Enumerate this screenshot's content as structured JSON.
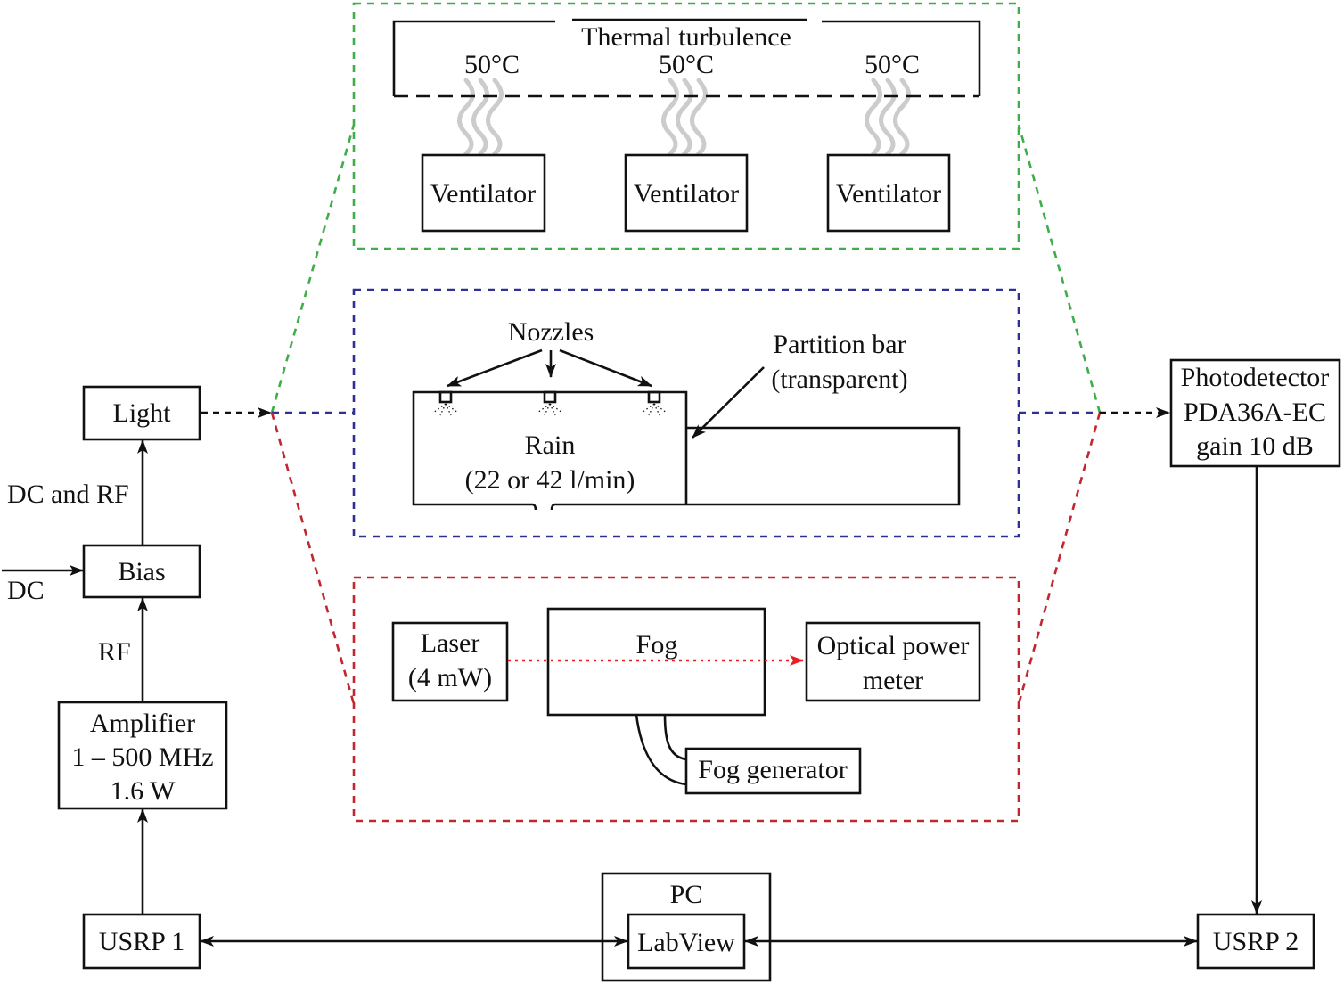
{
  "left_chain": {
    "light": "Light",
    "dc_and_rf": "DC and RF",
    "bias": "Bias",
    "dc": "DC",
    "rf": "RF",
    "amplifier": [
      "Amplifier",
      "1 – 500 MHz",
      "1.6 W"
    ],
    "usrp1": "USRP 1"
  },
  "pc": {
    "label": "PC",
    "labview": "LabView"
  },
  "right_chain": {
    "photodetector": [
      "Photodetector",
      "PDA36A-EC",
      "gain 10 dB"
    ],
    "usrp2": "USRP 2"
  },
  "thermal_section": {
    "title": "Thermal turbulence",
    "temperatures": [
      "50°C",
      "50°C",
      "50°C"
    ],
    "ventilators": [
      "Ventilator",
      "Ventilator",
      "Ventilator"
    ]
  },
  "rain_section": {
    "nozzles": "Nozzles",
    "partition_bar": [
      "Partition bar",
      "(transparent)"
    ],
    "rain": [
      "Rain",
      "(22 or 42 l/min)"
    ]
  },
  "fog_section": {
    "laser": [
      "Laser",
      "(4 mW)"
    ],
    "fog": "Fog",
    "optical_power_meter": [
      "Optical power",
      "meter"
    ],
    "fog_generator": "Fog generator"
  },
  "colors": {
    "thermal_region": "#3fae49",
    "rain_region": "#2e3192",
    "fog_region": "#c1272d",
    "laser_beam": "#ed1c24",
    "heat_waves": "#cccccc"
  }
}
